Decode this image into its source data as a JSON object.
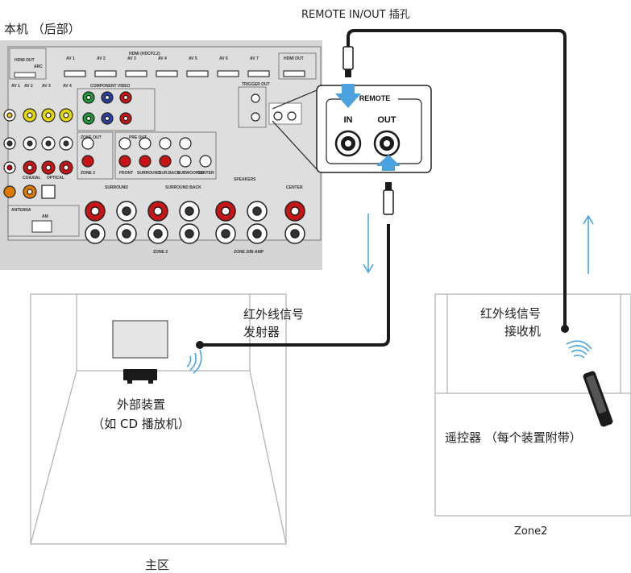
{
  "labels": {
    "receiver_rear": "本机 （后部）",
    "remote_jack": "REMOTE IN/OUT 插孔",
    "ir_emitter_line1": "红外线信号",
    "ir_emitter_line2": "发射器",
    "ir_receiver_line1": "红外线信号",
    "ir_receiver_line2": "接收机",
    "external_device_line1": "外部装置",
    "external_device_line2": "（如 CD 播放机）",
    "remote_control": "遥控器 （每个装置附带）",
    "zone2": "Zone2",
    "main_zone": "主区"
  },
  "remote_panel": {
    "title": "REMOTE",
    "in_label": "IN",
    "out_label": "OUT"
  },
  "panel_text": {
    "hdmi_hdcp": "HDMI (HDCP2.2)",
    "hdmi_out": "HDMI OUT",
    "hdmi_out2": "HDMI OUT",
    "arc": "ARC",
    "av1": "AV 1",
    "av2": "AV 2",
    "av3": "AV 3",
    "av4": "AV 4",
    "av5": "AV 5",
    "av6": "AV 6",
    "av7": "AV 7",
    "component_video": "COMPONENT VIDEO",
    "trigger_out": "TRIGGER OUT",
    "zone_out": "ZONE OUT",
    "pre_out": "PRE OUT",
    "speakers": "SPEAKERS",
    "surround": "SURROUND",
    "surround_back": "SURROUND BACK",
    "center": "CENTER",
    "front": "FRONT",
    "sur_back": "SUR.BACK",
    "subwoofer": "SUBWOOFER",
    "zone2": "ZONE 2",
    "zone2_bi_amp": "ZONE 2/BI-AMP",
    "antenna": "ANTENNA",
    "am": "AM",
    "coaxial": "COAXIAL",
    "optical": "OPTICAL"
  },
  "colors": {
    "cable": "#1a1a1a",
    "arrow_blue": "#4aa3df",
    "panel_gray": "#d4d4d4",
    "room_line": "#b5b5b5"
  }
}
